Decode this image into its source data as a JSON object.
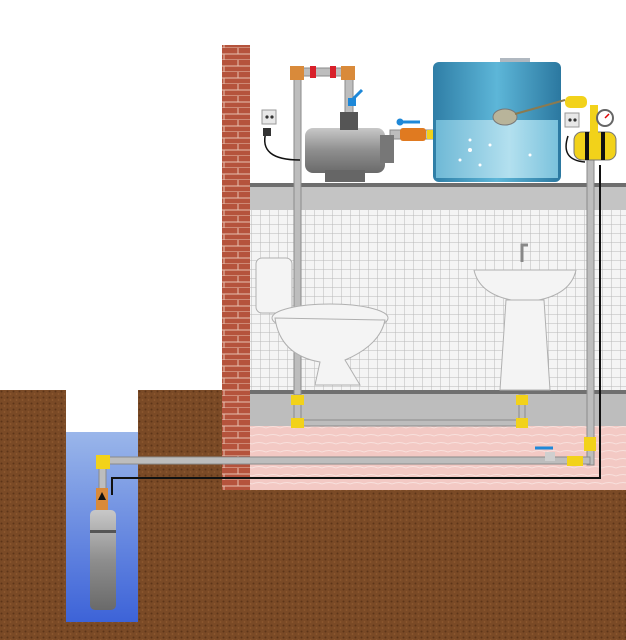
{
  "colors": {
    "background": "#ffffff",
    "soil": "#7a4a26",
    "soil_dark": "#5c3519",
    "brick": "#b5533c",
    "water": "#4a78e0",
    "tank": "#3c9cc4",
    "pipe": "#b9b9b9",
    "fitting_yellow": "#f2d21a",
    "fitting_copper": "#d98a3a",
    "valve_blue": "#1e88d8",
    "tile": "#f2f2f2",
    "floor_gray": "#bdbdbd",
    "pink_screed": "#f3c9c4"
  },
  "components": [
    {
      "id": "submersible-pump",
      "icon": "pump-icon"
    },
    {
      "id": "surface-pump",
      "icon": "pump-icon"
    },
    {
      "id": "storage-tank",
      "icon": "tank-icon"
    },
    {
      "id": "float-valve",
      "icon": "float-icon"
    },
    {
      "id": "pressure-controller",
      "icon": "controller-icon"
    },
    {
      "id": "pressure-gauge",
      "icon": "gauge-icon"
    },
    {
      "id": "toilet",
      "icon": "toilet-icon"
    },
    {
      "id": "sink",
      "icon": "sink-icon"
    },
    {
      "id": "power-socket",
      "icon": "socket-icon"
    }
  ]
}
